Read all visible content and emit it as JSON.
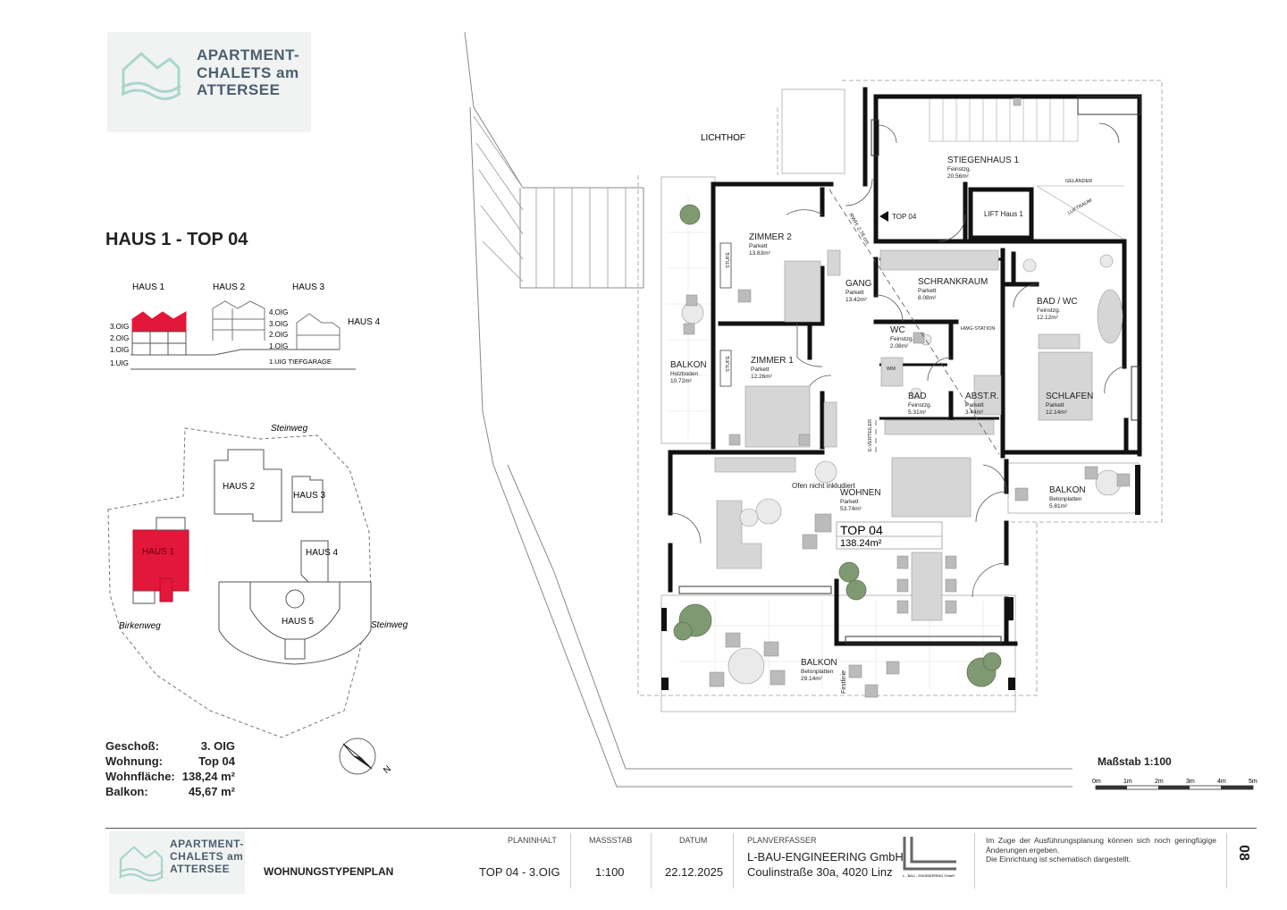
{
  "brand": {
    "line1": "APARTMENT-",
    "line2": "CHALETS am",
    "line3": "ATTERSEE",
    "color": "#4a5f70",
    "wave_color": "#9ecfc5"
  },
  "plan_title": "HAUS 1 - TOP 04",
  "section_view": {
    "houses": [
      "HAUS 1",
      "HAUS 2",
      "HAUS 3",
      "HAUS 4"
    ],
    "floors_left": [
      "3.OIG",
      "2.OIG",
      "1.OIG",
      "1.UIG"
    ],
    "floors_mid": [
      "4.OIG",
      "3.OIG",
      "2.OIG",
      "1.OIG"
    ],
    "garage": "1.UIG  TIEFGARAGE",
    "highlight_color": "#e3173a"
  },
  "site_plan": {
    "streets": [
      "Steinweg",
      "Birkenweg",
      "Steinweg"
    ],
    "houses": [
      "HAUS 1",
      "HAUS 2",
      "HAUS 3",
      "HAUS 4",
      "HAUS 5"
    ]
  },
  "info": {
    "geschoss_label": "Geschoß:",
    "geschoss": "3. OIG",
    "wohnung_label": "Wohnung:",
    "wohnung": "Top 04",
    "flaeche_label": "Wohnfläche:",
    "flaeche": "138,24 m²",
    "balkon_label": "Balkon:",
    "balkon": "45,67 m²"
  },
  "north": "N",
  "scale": {
    "title": "Maßstab 1:100",
    "ticks": [
      "0m",
      "1m",
      "2m",
      "3m",
      "4m",
      "5m"
    ]
  },
  "floorplan": {
    "lichthof": "LICHTHOF",
    "top_label": "TOP 04",
    "top_area": "138.24m²",
    "oven_note": "Ofen nicht inkludiert",
    "gelaender": "GELÄNDER",
    "luftraum": "LUFTRAUM",
    "firstlinie": "Firstlinie",
    "stufe": "STUFE",
    "rooms": [
      {
        "name": "STIEGENHAUS 1",
        "floor": "Feinstzg.",
        "area": "20.56m²"
      },
      {
        "name": "ZIMMER 2",
        "floor": "Parkett",
        "area": "13.63m²"
      },
      {
        "name": "GANG",
        "floor": "Parkett",
        "area": "13.42m²"
      },
      {
        "name": "SCHRANKRAUM",
        "floor": "Parkett",
        "area": "8.08m²"
      },
      {
        "name": "BAD / WC",
        "floor": "Feinstzg.",
        "area": "12.12m²"
      },
      {
        "name": "ZIMMER 1",
        "floor": "Parkett",
        "area": "12.26m²"
      },
      {
        "name": "WC",
        "floor": "Feinstzg.",
        "area": "2.08m²"
      },
      {
        "name": "BAD",
        "floor": "Feinstzg.",
        "area": "5.31m²"
      },
      {
        "name": "ABST.R.",
        "floor": "Parkett",
        "area": "3.44m²"
      },
      {
        "name": "SCHLAFEN",
        "floor": "Parkett",
        "area": "12.14m²"
      },
      {
        "name": "BALKON",
        "floor": "Holzboden",
        "area": "10.72m²"
      },
      {
        "name": "WOHNEN",
        "floor": "Parkett",
        "area": "53.74m²"
      },
      {
        "name": "BALKON",
        "floor": "Betonplatten",
        "area": "5.81m²"
      },
      {
        "name": "BALKON",
        "floor": "Betonplatten",
        "area": "29.14m²"
      }
    ],
    "lift": "LIFT Haus 1",
    "door_top": "TOP 04",
    "hwr_station": "HWG-STATION",
    "verteiler": "E-VERTEILER",
    "wm": "WM",
    "rwh": "RWH: 2.76 cm"
  },
  "title_block": {
    "planinhalt_label": "PLANINHALT",
    "massstab_label": "MASSSTAB",
    "datum_label": "DATUM",
    "planverfasser_label": "PLANVERFASSER",
    "doc_type": "WOHNUNGSTYPENPLAN",
    "planinhalt": "TOP 04 - 3.OIG",
    "massstab": "1:100",
    "datum": "22.12.2025",
    "company": "L-BAU-ENGINEERING GmbH",
    "address": "Coulinstraße 30a, 4020 Linz",
    "company_logo_text": "L - BAU - ENGINEERING GmbH",
    "note1": "Im Zuge der Ausführungsplanung können sich noch geringfügige Änderungen ergeben.",
    "note2": "Die Einrichtung ist schematisch dargestellt.",
    "sheet": "08"
  }
}
